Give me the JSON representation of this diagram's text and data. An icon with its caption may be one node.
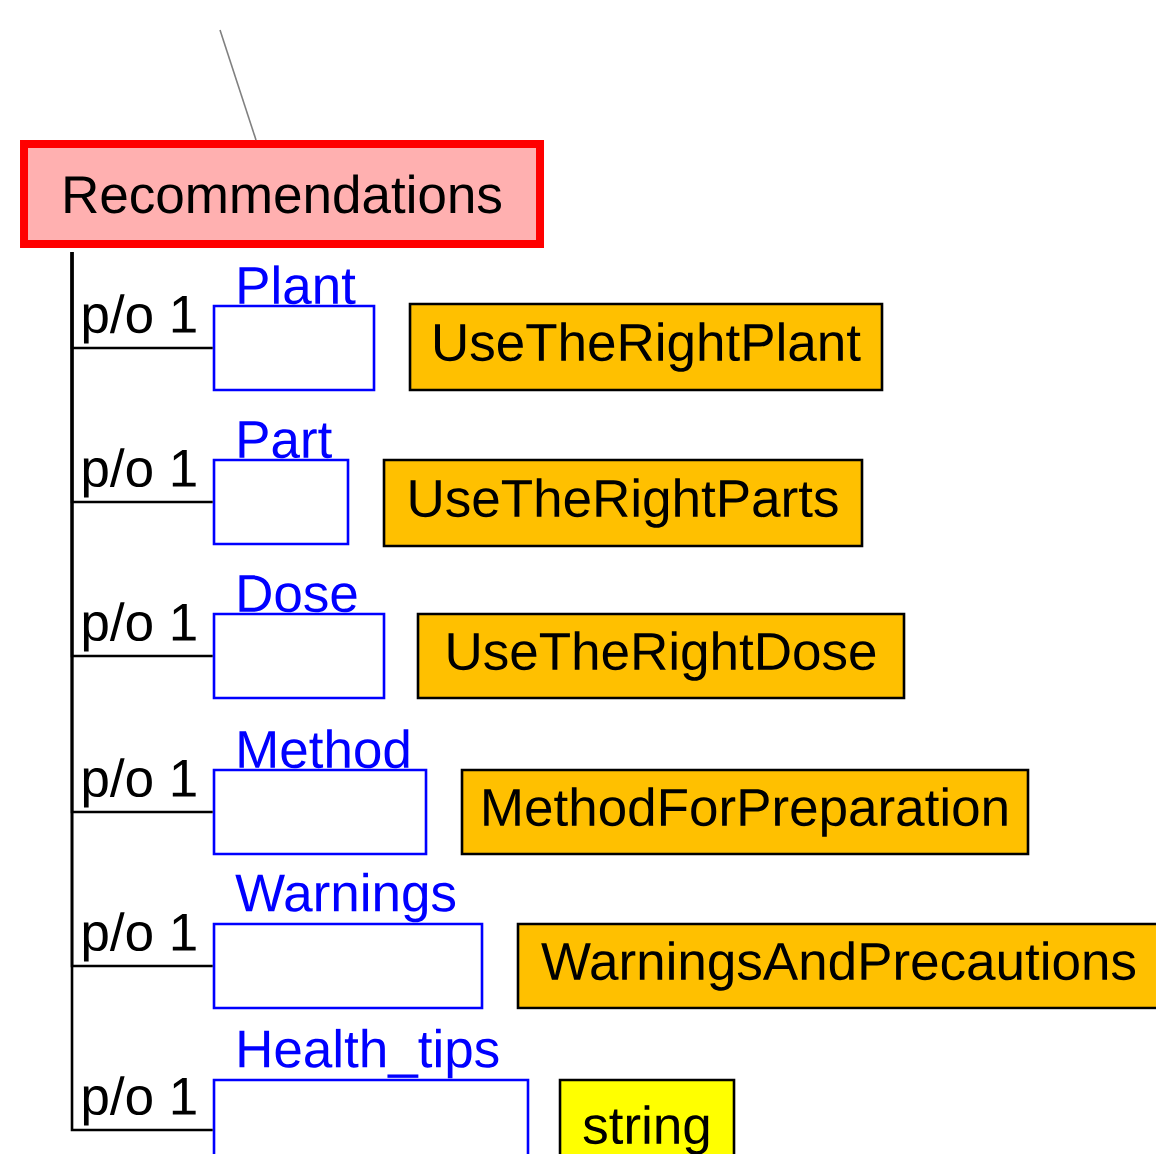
{
  "diagram": {
    "nodes": [
      {
        "text": [
          "Recommendations"
        ]
      },
      {
        "text": [
          "Plant"
        ]
      },
      {
        "text": [
          "UseTheRightPlant"
        ]
      },
      {
        "text": [
          "Part"
        ]
      },
      {
        "text": [
          "UseTheRightParts"
        ]
      },
      {
        "text": [
          "Dose"
        ]
      },
      {
        "text": [
          "UseTheRightDose"
        ]
      },
      {
        "text": [
          "Method"
        ]
      },
      {
        "text": [
          "MethodForPreparation"
        ]
      },
      {
        "text": [
          "Warnings"
        ]
      },
      {
        "text": [
          "WarningsAndPrecautions"
        ]
      },
      {
        "text": [
          "Health_tips"
        ]
      },
      {
        "text": [
          "string"
        ]
      }
    ],
    "edges": [
      {
        "from": null,
        "to": 0,
        "arrow": "none",
        "color": "#808080"
      },
      {
        "from": 0,
        "to": 1,
        "arrow": "none",
        "label": "p/o 1"
      },
      {
        "from": 0,
        "to": 3,
        "arrow": "none",
        "label": "p/o 1"
      },
      {
        "from": 0,
        "to": 5,
        "arrow": "none",
        "label": "p/o 1"
      },
      {
        "from": 0,
        "to": 7,
        "arrow": "none",
        "label": "p/o 1"
      },
      {
        "from": 0,
        "to": 9,
        "arrow": "none",
        "label": "p/o 1"
      },
      {
        "from": 0,
        "to": 11,
        "arrow": "none",
        "label": "p/o 1"
      }
    ]
  }
}
